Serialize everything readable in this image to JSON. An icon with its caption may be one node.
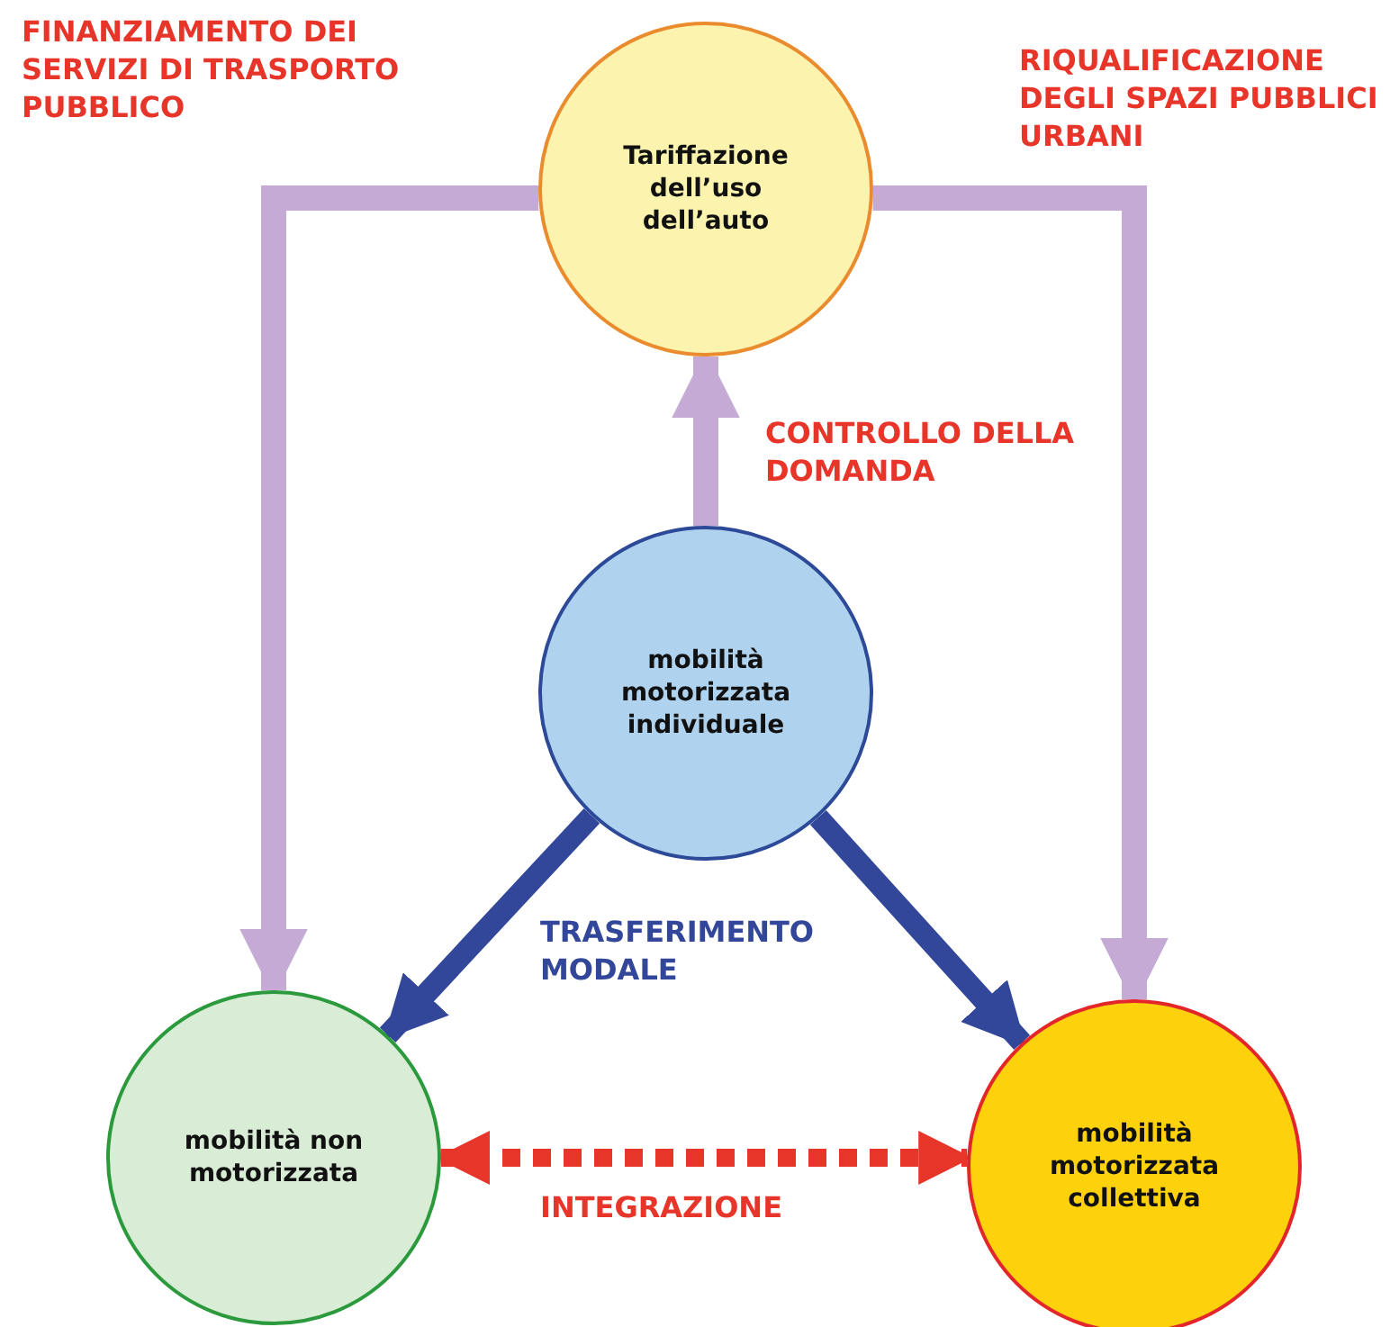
{
  "diagram": {
    "nodes": [
      {
        "text": [
          "Tariffazione dell’uso dell’auto"
        ]
      },
      {
        "text": [
          "mobilità motorizzata individuale"
        ]
      },
      {
        "text": [
          "mobilità non motorizzata"
        ]
      },
      {
        "text": [
          "mobilità motorizzata collettiva"
        ]
      }
    ],
    "edges": [
      {
        "from": 1,
        "to": 0,
        "arrow": "to"
      },
      {
        "from": 0,
        "to": 2,
        "arrow": "to"
      },
      {
        "from": 0,
        "to": 3,
        "arrow": "to"
      },
      {
        "from": 1,
        "to": 2,
        "arrow": "to",
        "color": "#33479a"
      },
      {
        "from": 1,
        "to": 3,
        "arrow": "to",
        "color": "#33479a"
      },
      {
        "from": 2,
        "to": 3,
        "arrow": "both",
        "style": "dashed",
        "color": "#e8352a"
      }
    ],
    "labels": [
      "FINANZIAMENTO DEI SERVIZI DI TRASPORTO PUBBLICO",
      "RIQUALIFICAZIONE DEGLI SPAZI PUBBLICI URBANI",
      "CONTROLLO DELLA DOMANDA",
      "TRASFERIMENTO MODALE",
      "INTEGRAZIONE"
    ]
  }
}
